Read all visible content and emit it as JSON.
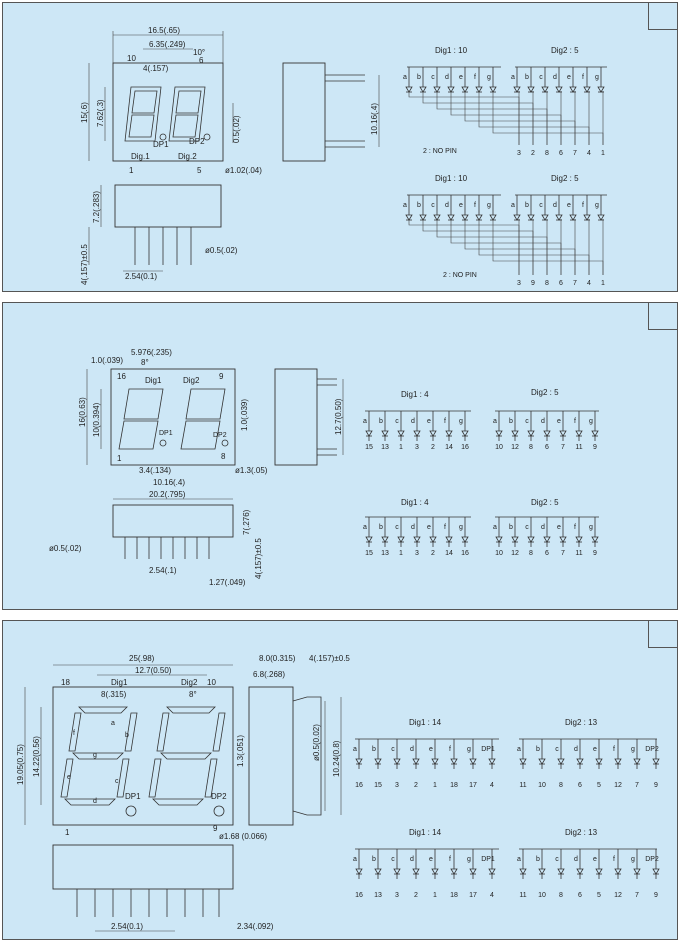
{
  "panels": [
    {
      "front": {
        "width_dim": "16.5(.65)",
        "inner_dim": "6.35(.249)",
        "slant": "10°",
        "seg_dim": "4(.157)",
        "pin_left": "10",
        "pin_right": "6",
        "height_dim": "15(.6)",
        "digit_dim": "7.62(.3)",
        "dp_dim": "0.5(.02)",
        "dp1": "DP1",
        "dp2": "DP2",
        "dig1": "Dig.1",
        "dig2": "Dig.2",
        "pin_bottom_left": "1",
        "pin_bottom_right": "5",
        "hole": "ø1.02(.04)"
      },
      "side": {
        "depth_dim": "10.16(.4)"
      },
      "bottom": {
        "body_dim": "7.2(.283)",
        "pin_len": "4(.157)±0.5",
        "pin_dia": "ø0.5(.02)",
        "pitch": "2.54(0.1)"
      },
      "circuits": [
        {
          "dig1_title": "Dig1 : 10",
          "dig2_title": "Dig2 : 5",
          "dig1_segs": [
            "a",
            "b",
            "c",
            "d",
            "e",
            "f",
            "g"
          ],
          "dig2_segs": [
            "a",
            "b",
            "c",
            "d",
            "e",
            "f",
            "g"
          ],
          "pins": [
            "3",
            "2",
            "8",
            "6",
            "7",
            "4",
            "1"
          ],
          "note": "2 : NO PIN"
        },
        {
          "dig1_title": "Dig1 : 10",
          "dig2_title": "Dig2 : 5",
          "dig1_segs": [
            "a",
            "b",
            "c",
            "d",
            "e",
            "f",
            "g"
          ],
          "dig2_segs": [
            "a",
            "b",
            "c",
            "d",
            "e",
            "f",
            "g"
          ],
          "pins": [
            "3",
            "9",
            "8",
            "6",
            "7",
            "4",
            "1"
          ],
          "note": "2 : NO PIN"
        }
      ]
    },
    {
      "front": {
        "seg_w": "1.0(.039)",
        "inner_dim": "5.976(.235)",
        "slant": "8°",
        "pin_top_left": "16",
        "pin_top_right": "9",
        "dig1": "Dig1",
        "dig2": "Dig2",
        "height_dim": "16(0.63)",
        "digit_dim": "10(0.394)",
        "seg_h": "1.0(.039)",
        "dp1": "DP1",
        "dp2": "DP2",
        "pin_bottom_left": "1",
        "pin_bottom_right": "8",
        "spacing": "3.4(.134)",
        "digit_pitch": "10.16(.4)",
        "hole": "ø1.3(.05)"
      },
      "side": {
        "depth_dim": "12.7(0.50)"
      },
      "bottom": {
        "width_dim": "20.2(.795)",
        "body_dim": "7(.276)",
        "pin_len": "4(.157)±0.5",
        "pin_dia": "ø0.5(.02)",
        "pitch": "2.54(.1)",
        "pin_w": "1.27(.049)"
      },
      "circuits": [
        {
          "dig1_title": "Dig1 : 4",
          "dig2_title": "Dig2 : 5",
          "dig1_segs": [
            "a",
            "b",
            "c",
            "d",
            "e",
            "f",
            "g"
          ],
          "dig2_segs": [
            "a",
            "b",
            "c",
            "d",
            "e",
            "f",
            "g"
          ],
          "dig1_pins": [
            "15",
            "13",
            "1",
            "3",
            "2",
            "14",
            "16"
          ],
          "dig2_pins": [
            "10",
            "12",
            "8",
            "6",
            "7",
            "11",
            "9"
          ]
        },
        {
          "dig1_title": "Dig1 : 4",
          "dig2_title": "Dig2 : 5",
          "dig1_segs": [
            "a",
            "b",
            "c",
            "d",
            "e",
            "f",
            "g"
          ],
          "dig2_segs": [
            "a",
            "b",
            "c",
            "d",
            "e",
            "f",
            "g"
          ],
          "dig1_pins": [
            "15",
            "13",
            "1",
            "3",
            "2",
            "14",
            "16"
          ],
          "dig2_pins": [
            "10",
            "12",
            "8",
            "6",
            "7",
            "11",
            "9"
          ]
        }
      ]
    },
    {
      "front": {
        "width_dim": "25(.98)",
        "inner_dim": "12.7(0.50)",
        "pin_top_left": "18",
        "pin_top_right": "10",
        "dig1": "Dig1",
        "dig2": "Dig2",
        "seg_w": "8(.315)",
        "slant": "8°",
        "height_dim": "19.05(0.75)",
        "digit_dim": "14.22(0.56)",
        "seg_h": "1.3(.051)",
        "labels": [
          "a",
          "b",
          "c",
          "d",
          "e",
          "f",
          "g"
        ],
        "dp1": "DP1",
        "dp2": "DP2",
        "pin_bottom_left": "1",
        "pin_bottom_right": "9",
        "hole": "ø1.68 (0.066)"
      },
      "side": {
        "top_dim": "8.0(0.315)",
        "pin_len": "4(.157)±0.5",
        "inner_top": "6.8(.268)",
        "inner_dim": "ø0.5(0.02)",
        "depth_dim": "10.24(0.8)"
      },
      "bottom": {
        "pitch": "2.54(0.1)",
        "end_dim": "2.34(.092)"
      },
      "circuits": [
        {
          "dig1_title": "Dig1 : 14",
          "dig2_title": "Dig2 : 13",
          "dig1_segs": [
            "a",
            "b",
            "c",
            "d",
            "e",
            "f",
            "g",
            "DP1"
          ],
          "dig2_segs": [
            "a",
            "b",
            "c",
            "d",
            "e",
            "f",
            "g",
            "DP2"
          ],
          "dig1_pins": [
            "16",
            "15",
            "3",
            "2",
            "1",
            "18",
            "17",
            "4"
          ],
          "dig2_pins": [
            "11",
            "10",
            "8",
            "6",
            "5",
            "12",
            "7",
            "9"
          ]
        },
        {
          "dig1_title": "Dig1 : 14",
          "dig2_title": "Dig2 : 13",
          "dig1_segs": [
            "a",
            "b",
            "c",
            "d",
            "e",
            "f",
            "g",
            "DP1"
          ],
          "dig2_segs": [
            "a",
            "b",
            "c",
            "d",
            "e",
            "f",
            "g",
            "DP2"
          ],
          "dig1_pins": [
            "16",
            "13",
            "3",
            "2",
            "1",
            "18",
            "17",
            "4"
          ],
          "dig2_pins": [
            "11",
            "10",
            "8",
            "6",
            "5",
            "12",
            "7",
            "9"
          ]
        }
      ]
    }
  ]
}
